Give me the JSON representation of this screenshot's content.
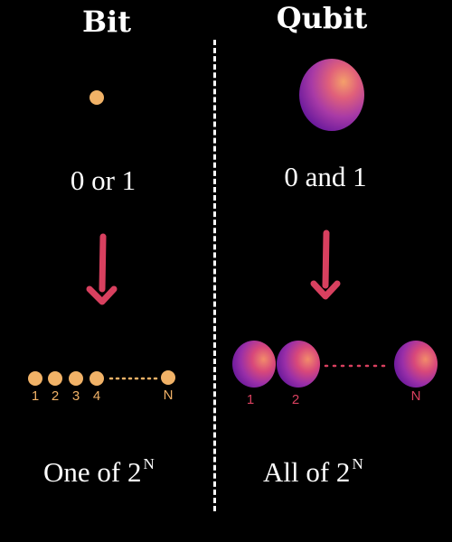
{
  "left": {
    "heading": "Bit",
    "state_label": "0 or 1",
    "indices": [
      "1",
      "2",
      "3",
      "4",
      "N"
    ],
    "bottom_text": "One of 2",
    "bottom_exponent": "N"
  },
  "right": {
    "heading": "Qubit",
    "state_label": "0 and 1",
    "indices": [
      "1",
      "2",
      "N"
    ],
    "bottom_text": "All of 2",
    "bottom_exponent": "N"
  },
  "colors": {
    "background": "#000000",
    "text": "#ffffff",
    "bit": "#f1b267",
    "arrow": "#d8405f",
    "qubit_highlight": "#f2836b",
    "qubit_shadow": "#7a1fa8"
  }
}
